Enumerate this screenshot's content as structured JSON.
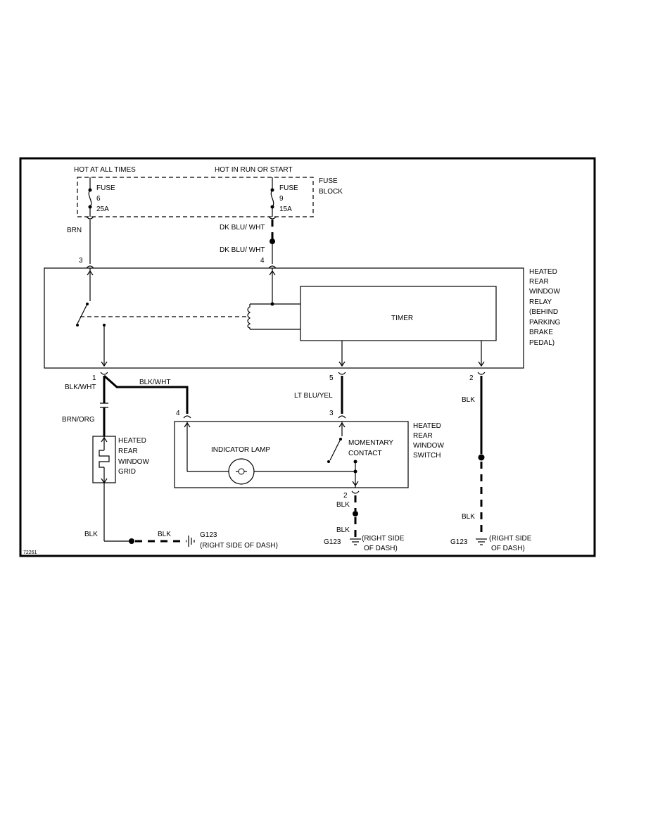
{
  "power": {
    "hot_all_times": "HOT AT ALL TIMES",
    "hot_run_start": "HOT IN RUN OR START",
    "fuse_block": [
      "FUSE",
      "BLOCK"
    ]
  },
  "fuses": [
    {
      "label": "FUSE",
      "number": "6",
      "rating": "25A"
    },
    {
      "label": "FUSE",
      "number": "9",
      "rating": "15A"
    }
  ],
  "wires": {
    "brn": "BRN",
    "dk_blu_wht_1": "DK BLU/ WHT",
    "dk_blu_wht_2": "DK BLU/ WHT",
    "blk_wht_1": "BLK/WHT",
    "blk_wht_2": "BLK/WHT",
    "brn_org": "BRN/ORG",
    "lt_blu_yel": "LT BLU/YEL",
    "blk_relay": "BLK",
    "blk_relay_2": "BLK",
    "blk_switch_1": "BLK",
    "blk_switch_2": "BLK",
    "blk_grid_1": "BLK",
    "blk_grid_2": "BLK"
  },
  "pins": {
    "relay_3": "3",
    "relay_4": "4",
    "relay_1": "1",
    "relay_5": "5",
    "relay_2": "2",
    "switch_4": "4",
    "switch_3": "3",
    "switch_2": "2"
  },
  "components": {
    "relay": [
      "HEATED",
      "REAR",
      "WINDOW",
      "RELAY",
      "(BEHIND",
      "PARKING",
      "BRAKE",
      "PEDAL)"
    ],
    "timer": "TIMER",
    "switch": [
      "HEATED",
      "REAR",
      "WINDOW",
      "SWITCH"
    ],
    "indicator_lamp": "INDICATOR LAMP",
    "momentary_contact": [
      "MOMENTARY",
      "CONTACT"
    ],
    "grid": [
      "HEATED",
      "REAR",
      "WINDOW",
      "GRID"
    ]
  },
  "grounds": {
    "g1_name": "G123",
    "g1_loc": "(RIGHT SIDE OF DASH)",
    "g2_name": "G123",
    "g2_loc": [
      "(RIGHT SIDE",
      "OF DASH)"
    ],
    "g3_name": "G123",
    "g3_loc": [
      "(RIGHT SIDE",
      "OF DASH)"
    ]
  },
  "figure_id": "72261"
}
